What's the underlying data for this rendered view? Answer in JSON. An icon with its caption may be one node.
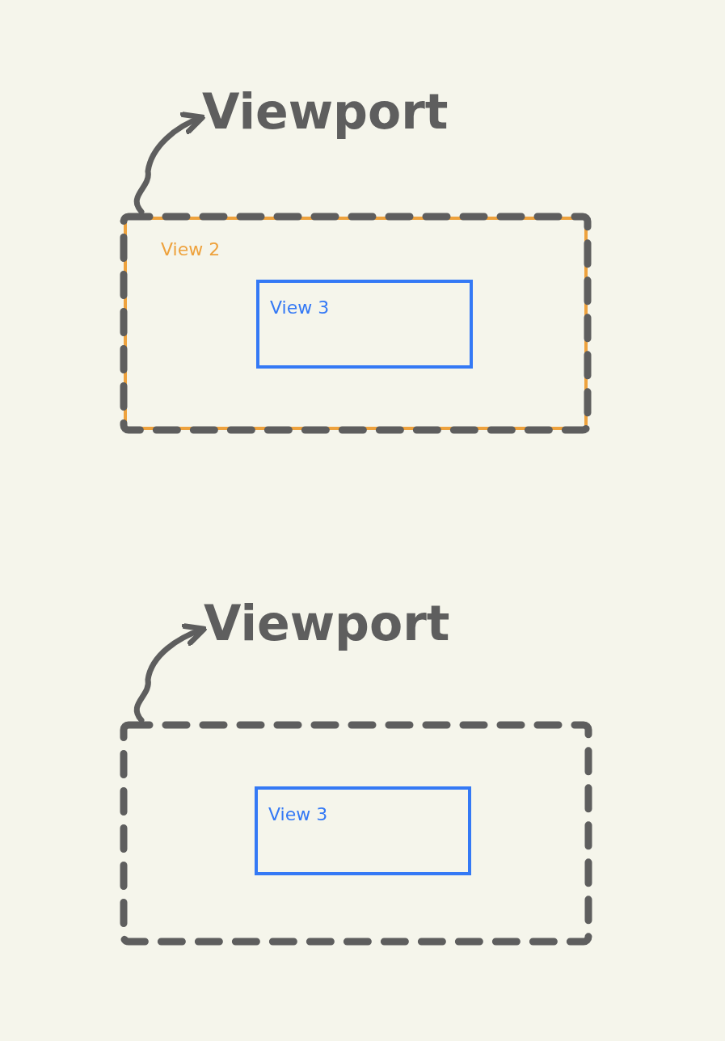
{
  "diagram": {
    "nodes": [
      {
        "text": [
          "Viewport"
        ]
      },
      {
        "text": [],
        "shape": "box"
      },
      {
        "text": [
          "View 2"
        ]
      },
      {
        "text": [
          "View 3"
        ],
        "in": 2
      },
      {
        "text": [
          "Viewport"
        ]
      },
      {
        "text": [],
        "shape": "box"
      },
      {
        "text": [
          "View 3"
        ],
        "in": 5
      }
    ],
    "edges": [
      {
        "from": 1,
        "to": 0,
        "arrow": "to"
      },
      {
        "from": 5,
        "to": 4,
        "arrow": "to"
      }
    ]
  }
}
